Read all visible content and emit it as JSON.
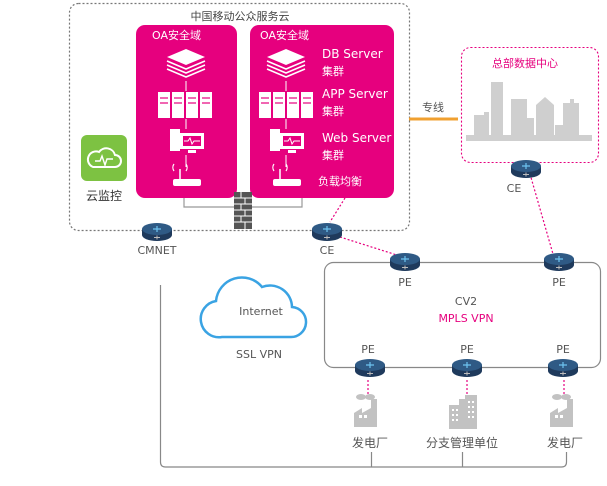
{
  "cloud_service": {
    "title": "中国移动公众服务云",
    "zone_left": {
      "title": "OA安全域"
    },
    "zone_right": {
      "title": "OA安全域",
      "db_label": "DB Server",
      "db_sub": "集群",
      "app_label": "APP Server",
      "app_sub": "集群",
      "web_label": "Web Server",
      "web_sub": "集群",
      "lb_label": "负载均衡"
    },
    "monitor_label": "云监控",
    "cmnet_label": "CMNET",
    "ce_label": "CE"
  },
  "leased_line_label": "专线",
  "hq": {
    "title": "总部数据中心",
    "ce_label": "CE"
  },
  "internet": {
    "cloud_label": "Internet",
    "vpn_label": "SSL VPN"
  },
  "mpls": {
    "name": "CV2",
    "type": "MPLS VPN",
    "pe_labels": [
      "PE",
      "PE",
      "PE",
      "PE",
      "PE"
    ]
  },
  "sites": [
    {
      "label": "发电厂",
      "icon": "factory-icon"
    },
    {
      "label": "分支管理单位",
      "icon": "office-building-icon"
    },
    {
      "label": "发电厂",
      "icon": "factory-icon"
    }
  ],
  "colors": {
    "brand_pink": "#e6007e",
    "router_navy": "#1f3a5c",
    "leased_line": "#f0a030",
    "monitor_green": "#7dc242",
    "internet_blue": "#3aa3e3",
    "gray_line": "#8a8a8a",
    "building_gray": "#c6c6c6"
  }
}
